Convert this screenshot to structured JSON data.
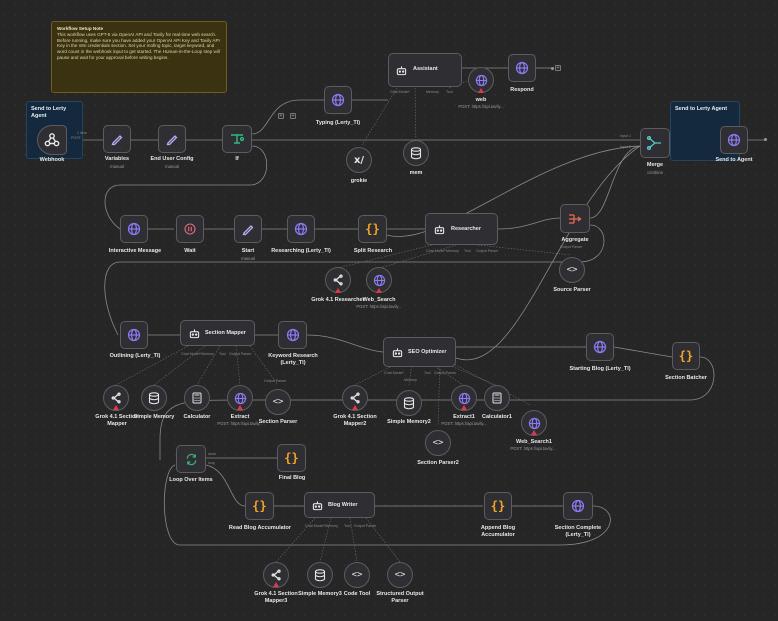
{
  "note": {
    "title": "Workflow Setup Note",
    "body": "This workflow uses GPT-5 via OpenAI API and Tavily for real-time web search. Before running, make sure you have added your OpenAI API Key and Tavily API Key in the n8n credentials section. Set your mofing topic, target keyword, and word count in the webhook input to get started. The Human-in-the-Loop step will pause and wait for your approval before writing begins."
  },
  "stickies": {
    "left": "Send to Lerty Agent",
    "right": "Send to Lerty Agent"
  },
  "nodes": {
    "webhook": {
      "label": "Webhook"
    },
    "variables": {
      "label": "Variables",
      "sub": "manual"
    },
    "end_user_config": {
      "label": "End User Config",
      "sub": "manual"
    },
    "if": {
      "label": "If"
    },
    "typing": {
      "label": "Typing (Lerty_TI)"
    },
    "assistant": {
      "label": "Assistant"
    },
    "web": {
      "label": "web",
      "sub": "POST: https://api.tavily..."
    },
    "respond": {
      "label": "Respond"
    },
    "grokie": {
      "label": "grokie"
    },
    "mem": {
      "label": "mem"
    },
    "merge": {
      "label": "Merge",
      "sub": "combine"
    },
    "send_to_agent": {
      "label": "Send to Agent"
    },
    "interactive_message": {
      "label": "Interactive Message"
    },
    "wait": {
      "label": "Wait"
    },
    "start": {
      "label": "Start",
      "sub": "manual"
    },
    "researching": {
      "label": "Researching (Lerty_TI)"
    },
    "split_research": {
      "label": "Split Research"
    },
    "researcher": {
      "label": "Researcher"
    },
    "aggregate": {
      "label": "Aggregate"
    },
    "source_parser": {
      "label": "Source Parser"
    },
    "grok_researcher": {
      "label": "Grok 4.1 Researcher"
    },
    "web_search": {
      "label": "Web_Search",
      "sub": "POST: https://api.tavily..."
    },
    "outlining": {
      "label": "Outlining (Lerty_TI)"
    },
    "section_mapper": {
      "label": "Section Mapper"
    },
    "keyword_research": {
      "label": "Keyword Research (Lerty_TI)"
    },
    "seo_optimizer": {
      "label": "SEO Optimizer"
    },
    "starting_blog": {
      "label": "Starting Blog (Lerty_TI)"
    },
    "section_batcher": {
      "label": "Section Batcher"
    },
    "grok_section_mapper": {
      "label": "Grok 4.1 Section Mapper"
    },
    "simple_memory": {
      "label": "Simple Memory"
    },
    "calculator": {
      "label": "Calculator"
    },
    "extract": {
      "label": "Extract",
      "sub": "POST: https://api.tavily..."
    },
    "section_parser": {
      "label": "Section Parser"
    },
    "grok_section_mapper2": {
      "label": "Grok 4.1 Section Mapper2"
    },
    "simple_memory2": {
      "label": "Simple Memory2"
    },
    "extract1": {
      "label": "Extract1",
      "sub": "POST: https://api.tavily..."
    },
    "calculator1": {
      "label": "Calculator1"
    },
    "web_search1": {
      "label": "Web_Search1",
      "sub": "POST: https://api.tavily..."
    },
    "section_parser2": {
      "label": "Section Parser2"
    },
    "loop_over_items": {
      "label": "Loop Over Items"
    },
    "final_blog": {
      "label": "Final Blog"
    },
    "read_blog_accumulator": {
      "label": "Read Blog Accumulator"
    },
    "blog_writer": {
      "label": "Blog Writer"
    },
    "append_blog_accumulator": {
      "label": "Append Blog Accumulator"
    },
    "section_complete": {
      "label": "Section Complete (Lerty_TI)"
    },
    "grok_section_mapper3": {
      "label": "Grok 4.1 Section Mapper3"
    },
    "simple_memory3": {
      "label": "Simple Memory3"
    },
    "code_tool": {
      "label": "Code Tool"
    },
    "structured_output_parser": {
      "label": "Structured Output Parser"
    }
  },
  "ports": {
    "chat_model": "Chat Model*",
    "memory": "Memory",
    "tool": "Tool",
    "output_parser": "Output Parser",
    "model": "Model",
    "input1": "Input 1",
    "input2": "Input 2",
    "loop": "loop",
    "done": "done",
    "items": "1 item",
    "post": "POST"
  },
  "colors": {
    "canvas": "#262626",
    "node_bg": "#2f2f33",
    "node_border": "#5c5c60",
    "globe": "#8b7cf6",
    "code_orange": "#f5a623",
    "pen": "#b8b0f5",
    "if_green": "#35b87e",
    "merge_teal": "#5ac6c9",
    "warn_red": "#e0364f",
    "note_bg": "#3a3210",
    "sticky_blue": "#14293d"
  }
}
